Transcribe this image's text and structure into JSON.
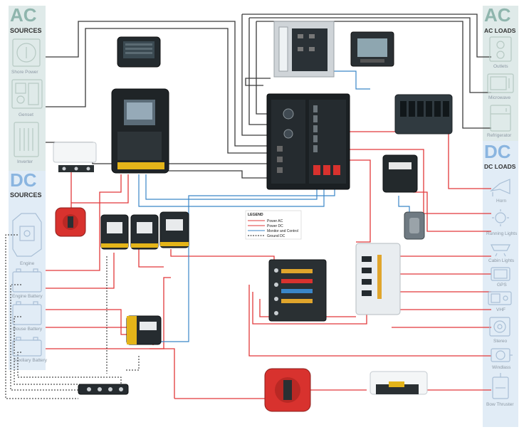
{
  "ac_sources": {
    "big": "AC",
    "label": "SOURCES",
    "items": [
      "Shore Power",
      "Genset",
      "Inverter"
    ]
  },
  "dc_sources": {
    "big": "DC",
    "label": "SOURCES",
    "items": [
      "Engine",
      "Engine Battery",
      "House Battery",
      "Auxiliary Battery"
    ]
  },
  "ac_loads": {
    "big": "AC",
    "label": "AC LOADS",
    "items": [
      "Outlets",
      "Microwave",
      "Refrigerator"
    ]
  },
  "dc_loads": {
    "big": "DC",
    "label": "DC LOADS",
    "items": [
      "Horn",
      "Running Lights",
      "Cabin Lights",
      "GPS",
      "VHF",
      "Stereo",
      "Windlass",
      "Bow Thruster"
    ]
  },
  "legend": {
    "title": "LEGEND",
    "items": [
      {
        "label": "Power AC",
        "color": "#e2383a",
        "style": "solid"
      },
      {
        "label": "Power DC",
        "color": "#e2383a",
        "style": "solid"
      },
      {
        "label": "Monitor and Control",
        "color": "#3a86c8",
        "style": "solid"
      },
      {
        "label": "Ground DC",
        "color": "#222222",
        "style": "dashed"
      }
    ]
  },
  "colors": {
    "ac_band": "#dfeae9",
    "dc_band": "#e1ecf6",
    "ac_title": "#8fb5ad",
    "dc_title": "#8ab5e0",
    "wire_ac": "#333333",
    "wire_dc": "#e2383a",
    "wire_monitor": "#3a86c8"
  }
}
